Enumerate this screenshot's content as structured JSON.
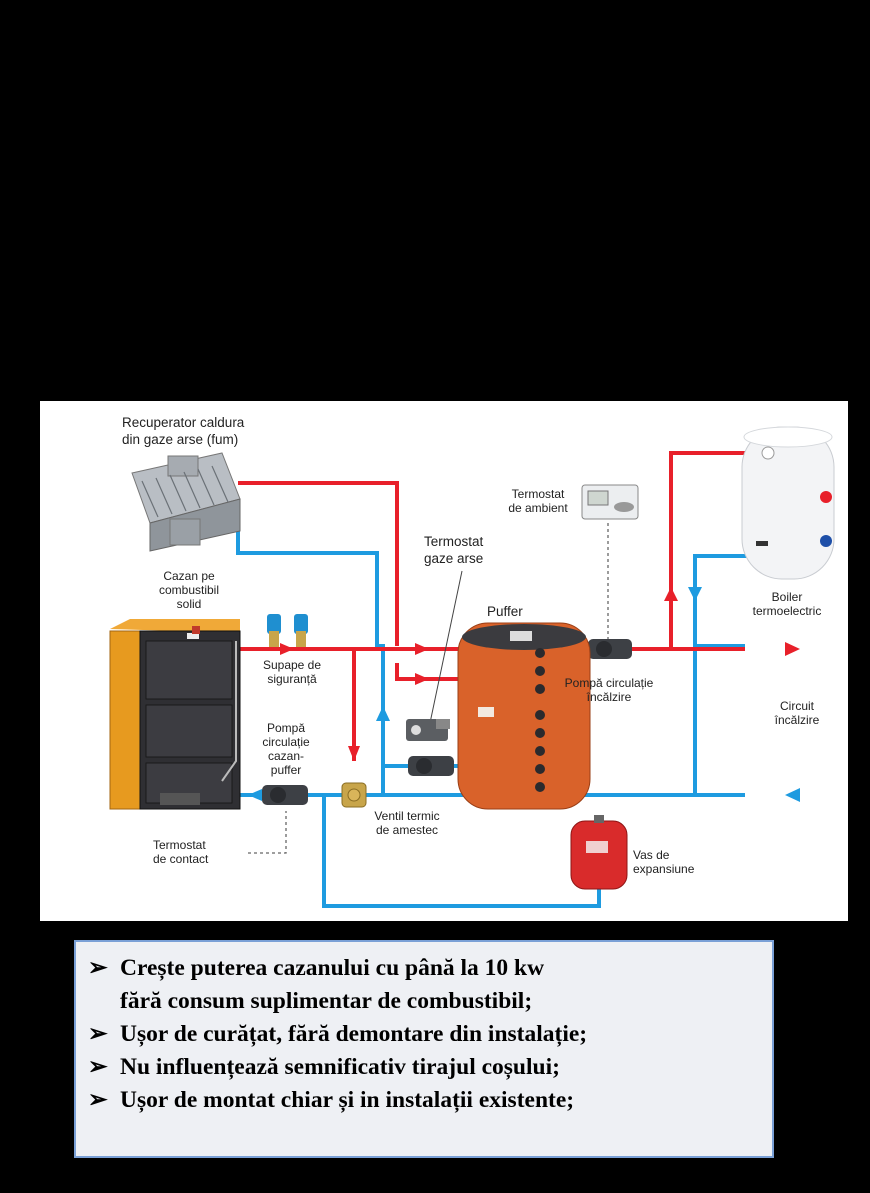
{
  "colors": {
    "hot": "#e8202a",
    "cold": "#1e9be0",
    "tank": "#d9622a",
    "boiler": "#e79a1f",
    "panel": "#eef0f4"
  },
  "labels": {
    "recuperator": [
      "Recuperator caldura",
      "din gaze arse (fum)"
    ],
    "cazan": [
      "Cazan pe",
      "combustibil",
      "solid"
    ],
    "supape": [
      "Supape de",
      "siguranță"
    ],
    "pompa_cazan": [
      "Pompă",
      "circulație",
      "cazan-",
      "puffer"
    ],
    "termostat_contact": [
      "Termostat",
      "de contact"
    ],
    "ventil": [
      "Ventil termic",
      "de amestec"
    ],
    "termostat_gaze": [
      "Termostat",
      "gaze arse"
    ],
    "puffer": "Puffer",
    "termostat_ambient": [
      "Termostat",
      "de ambient"
    ],
    "pompa_incalzire": [
      "Pompă circulație",
      "încălzire"
    ],
    "boiler": [
      "Boiler",
      "termoelectric"
    ],
    "circuit": [
      "Circuit",
      "încălzire"
    ],
    "vas": [
      "Vas de",
      "expansiune"
    ]
  },
  "bullets": {
    "marker": "➢",
    "items": [
      {
        "lines": [
          "Crește puterea cazanului cu până la 10 kw",
          "fără consum suplimentar de combustibil;"
        ]
      },
      {
        "lines": [
          "Ușor de curățat, fără demontare din instalație;"
        ]
      },
      {
        "lines": [
          "Nu influențează semnificativ tirajul coșului;"
        ]
      },
      {
        "lines": [
          "Ușor de montat chiar și in instalații existente;"
        ]
      }
    ]
  }
}
